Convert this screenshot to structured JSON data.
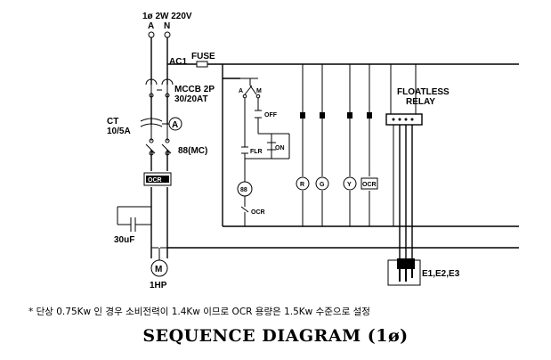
{
  "supply": {
    "phase": "1ø",
    "wire": "2W",
    "voltage": "220V",
    "line_a": "A",
    "line_n": "N"
  },
  "labels": {
    "ac1": "AC1",
    "fuse": "FUSE",
    "mccb_1": "MCCB 2P",
    "mccb_2": "30/20AT",
    "ct_1": "CT",
    "ct_2": "10/5A",
    "ammeter": "A",
    "mc": "88(MC)",
    "ocr": "OCR",
    "capacitor": "30uF",
    "motor": "M",
    "motor_rating": "1HP",
    "sel_a": "A",
    "sel_m": "M",
    "off": "OFF",
    "flr": "FLR",
    "on": "ON",
    "coil": "88",
    "ctrl_ocr": "OCR",
    "lamp_r": "R",
    "lamp_g": "G",
    "lamp_y": "Y",
    "lamp_ocr": "OCR",
    "floatless_1": "FLOATLESS",
    "floatless_2": "RELAY",
    "electrodes": "E1,E2,E3"
  },
  "footnote": "* 단상 0.75Kw 인 경우 소비전력이 1.4Kw 이므로 OCR 용량은 1.5Kw 수준으로 설정",
  "title": "SEQUENCE DIAGRAM (1ø)"
}
